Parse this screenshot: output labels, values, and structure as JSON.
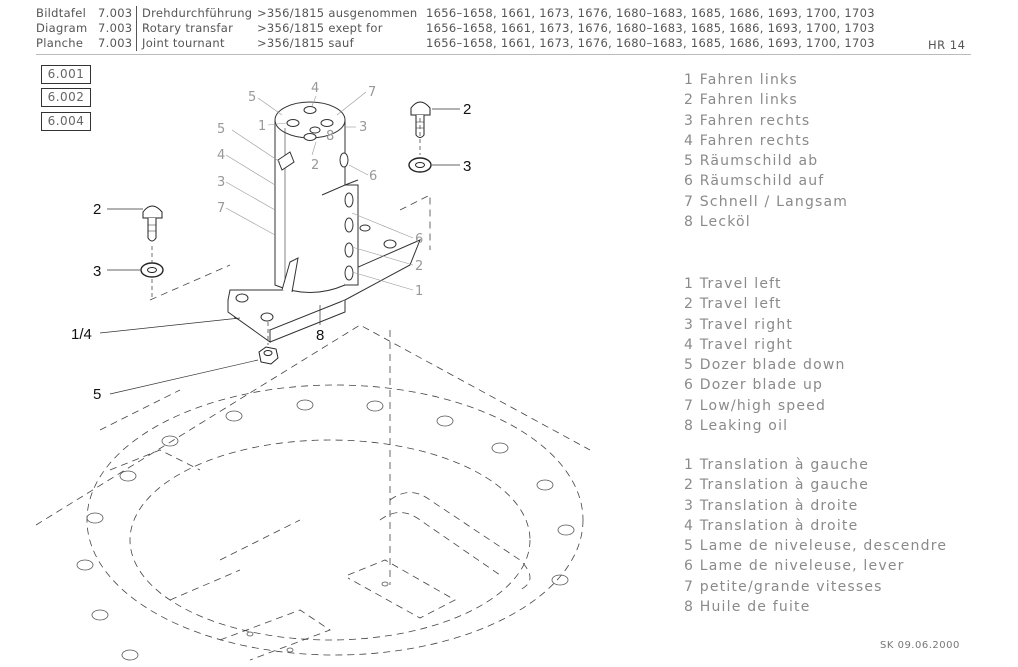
{
  "header": {
    "rows": [
      {
        "doc": "Bildtafel",
        "num": "7.003",
        "title": "Drehdurchführung",
        "range": ">356/1815 ausgenommen",
        "models": "1656–1658, 1661, 1673, 1676, 1680–1683, 1685, 1686, 1693, 1700, 1703"
      },
      {
        "doc": "Diagram",
        "num": "7.003",
        "title": "Rotary transfar",
        "range": ">356/1815 exept for",
        "models": "1656–1658, 1661, 1673, 1676, 1680–1683, 1685, 1686, 1693, 1700, 1703"
      },
      {
        "doc": "Planche",
        "num": "7.003",
        "title": "Joint tournant",
        "range": ">356/1815 sauf",
        "models": "1656–1658, 1661, 1673, 1676, 1680–1683, 1685, 1686, 1693, 1700, 1703"
      }
    ],
    "page_code": "HR 14"
  },
  "refs": [
    "6.001",
    "6.002",
    "6.004"
  ],
  "legend_de": [
    "1 Fahren links",
    "2 Fahren links",
    "3 Fahren rechts",
    "4 Fahren rechts",
    "5 Räumschild ab",
    "6 Räumschild auf",
    "7 Schnell / Langsam",
    "8 Lecköl"
  ],
  "legend_en": [
    "1 Travel left",
    "2 Travel left",
    "3 Travel right",
    "4 Travel right",
    "5 Dozer blade down",
    "6 Dozer blade up",
    "7 Low/high speed",
    "8 Leaking oil"
  ],
  "legend_fr": [
    "1 Translation à gauche",
    "2 Translation à gauche",
    "3 Translation à droite",
    "4 Translation à droite",
    "5 Lame de niveleuse, descendre",
    "6 Lame de niveleuse, lever",
    "7 petite/grande vitesses",
    "8 Huile de fuite"
  ],
  "callouts": {
    "bolt_right": "2",
    "washer_right": "3",
    "bolt_left": "2",
    "washer_left": "3",
    "flange": "1/4",
    "eight": "8",
    "nut": "5"
  },
  "ports": {
    "top_4": "4",
    "top_5": "5",
    "top_7": "7",
    "top_1": "1",
    "top_3": "3",
    "top_8": "8",
    "top_2": "2",
    "side_6": "6",
    "left_5": "5",
    "left_4": "4",
    "left_3": "3",
    "left_7": "7",
    "right_6": "6",
    "right_2": "2",
    "right_1": "1"
  },
  "stamp": "SK 09.06.2000"
}
